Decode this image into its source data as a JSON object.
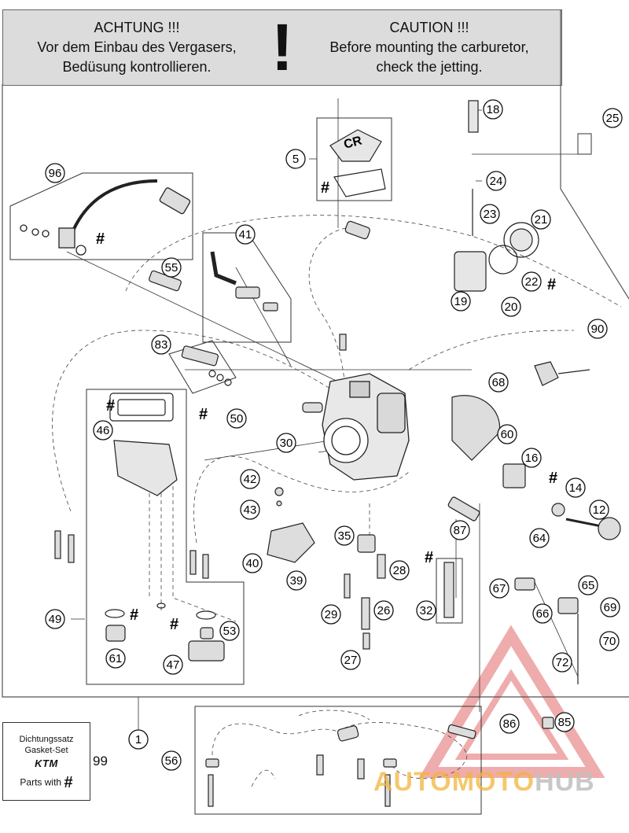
{
  "header": {
    "de_title": "ACHTUNG !!!",
    "de_line1": "Vor dem Einbau des Vergasers,",
    "de_line2": "Bedüsung kontrollieren.",
    "mark": "!",
    "en_title": "CAUTION !!!",
    "en_line1": "Before mounting the carburetor,",
    "en_line2": "check the jetting."
  },
  "callouts": [
    "18",
    "25",
    "5",
    "24",
    "96",
    "23",
    "21",
    "41",
    "55",
    "22",
    "19",
    "20",
    "90",
    "83",
    "68",
    "50",
    "46",
    "60",
    "30",
    "16",
    "42",
    "14",
    "43",
    "12",
    "35",
    "87",
    "40",
    "64",
    "28",
    "39",
    "32",
    "65",
    "67",
    "66",
    "69",
    "29",
    "26",
    "49",
    "61",
    "53",
    "70",
    "47",
    "27",
    "72",
    "1",
    "86",
    "85",
    "99",
    "56"
  ],
  "hash_mark": "#",
  "part_labels": {
    "cr_cover": "CR"
  },
  "kit": {
    "line1": "Dichtungssatz",
    "line2": "Gasket-Set",
    "brand": "KTM",
    "parts_with": "Parts with",
    "hash": "#"
  },
  "watermark": {
    "part1": "AUTOMOTO",
    "part2": "HUB"
  },
  "colors": {
    "header_bg": "#dcdcdc",
    "line": "#222222",
    "watermark_red": "#e36a6a",
    "watermark_orange": "#f1b43c"
  }
}
